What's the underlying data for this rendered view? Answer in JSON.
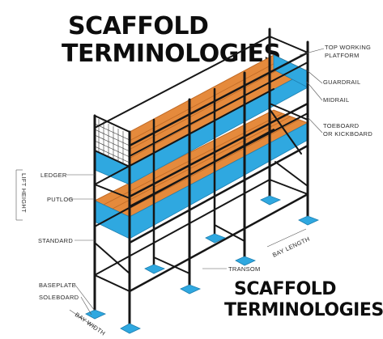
{
  "title": {
    "line1": "SCAFFOLD",
    "line2": "TERMINOLOGIES"
  },
  "footer_title": {
    "line1": "SCAFFOLD",
    "line2": "TERMINOLOGIES"
  },
  "labels": {
    "top_working_platform_1": "TOP WORKING",
    "top_working_platform_2": "PLATFORM",
    "guardrail": "GUARDRAIL",
    "midrail": "MIDRAIL",
    "toeboard_1": "TOEBOARD",
    "toeboard_2": "OR KICKBOARD",
    "ledger": "LEDGER",
    "lift_height": "LIFT HEIGHT",
    "putlog": "PUTLOG",
    "standard": "STANDARD",
    "bay_length": "BAY LENGTH",
    "transom": "TRANSOM",
    "baseplate": "BASEPLATE",
    "soleboard": "SOLEBOARD",
    "bay_width": "BAY WIDTH"
  },
  "colors": {
    "frame": "#161616",
    "plank": "#e58a3c",
    "plank_edge": "#c06a25",
    "toeboard": "#2fa8e0",
    "baseplate": "#2fa8e0",
    "text": "#2a2a2a"
  }
}
